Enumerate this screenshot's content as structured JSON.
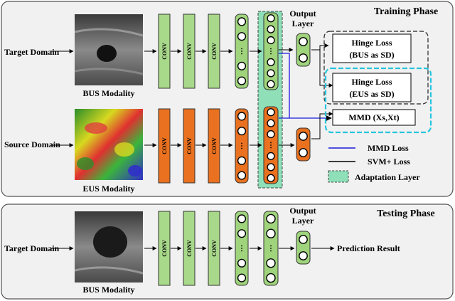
{
  "colors": {
    "conv_green": "#a8d88a",
    "conv_orange": "#e9711f",
    "node_green": "#9fd37c",
    "adapt_fill": "#8fe0b9",
    "panel_bg": "#f1f1f1",
    "mmd_line": "#1a1adc",
    "cyan_dash": "#27c4df"
  },
  "training": {
    "title": "Training Phase",
    "target_label": "Target Domain",
    "source_label": "Source Domain",
    "bus_caption": "BUS Modality",
    "eus_caption": "EUS Modality",
    "output_layer": [
      "Output",
      "Layer"
    ],
    "conv": "CONV",
    "loss1": [
      "Hinge Loss",
      "(BUS as SD)"
    ],
    "loss2": [
      "Hinge Loss",
      "(EUS as SD)"
    ],
    "mmd_box": "MMD (Xs,Xt)",
    "legend": {
      "mmd_loss": "MMD Loss",
      "svm_loss": "SVM+ Loss",
      "adaptation": "Adaptation Layer"
    }
  },
  "testing": {
    "title": "Testing Phase",
    "target_label": "Target Domain",
    "bus_caption": "BUS Modality",
    "output_layer": [
      "Output",
      "Layer"
    ],
    "conv": "CONV",
    "result": "Prediction Result"
  }
}
